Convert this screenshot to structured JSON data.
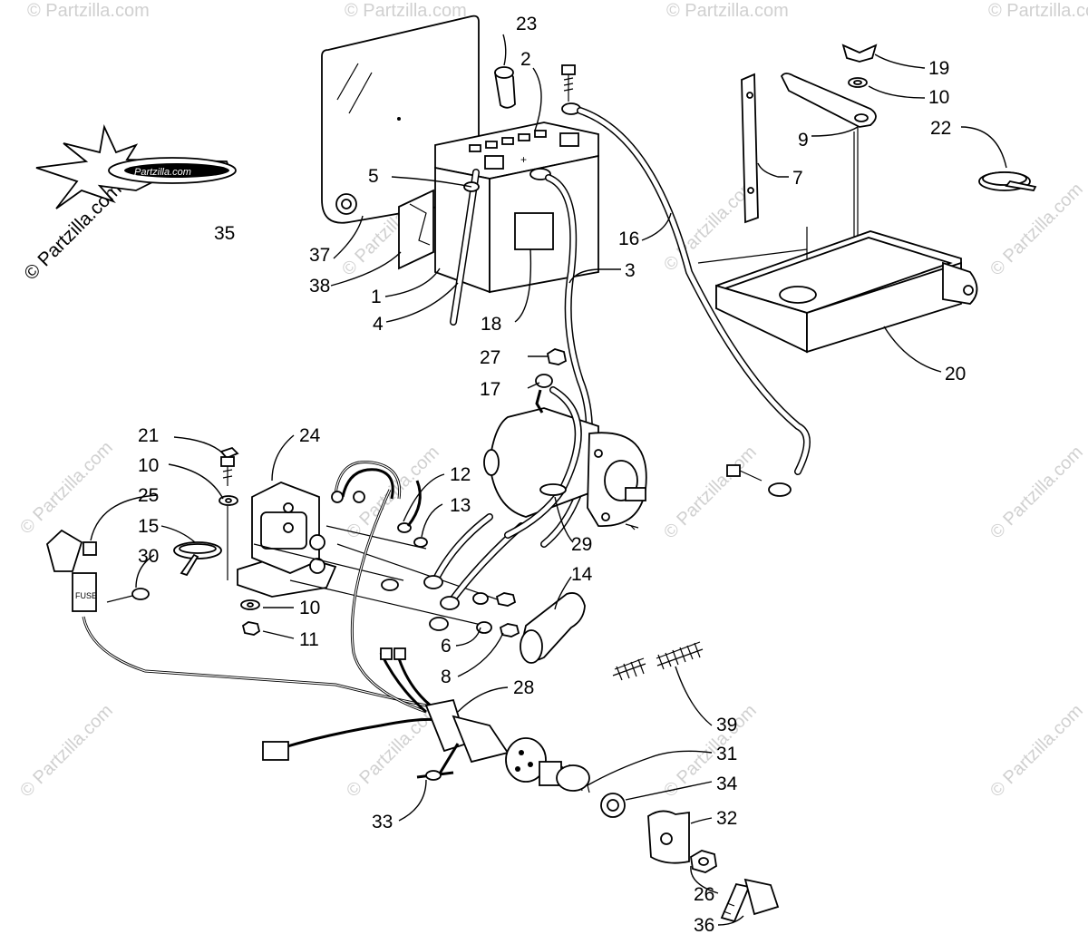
{
  "watermark": {
    "text": "© Partzilla.com",
    "logo_text": "Partzilla.com"
  },
  "labels": {
    "l1": "1",
    "l2": "2",
    "l3": "3",
    "l4": "4",
    "l5": "5",
    "l6": "6",
    "l7": "7",
    "l8": "8",
    "l9": "9",
    "l10a": "10",
    "l10b": "10",
    "l10c": "10",
    "l11": "11",
    "l12": "12",
    "l13": "13",
    "l14": "14",
    "l15": "15",
    "l16": "16",
    "l17": "17",
    "l18": "18",
    "l19": "19",
    "l20": "20",
    "l21": "21",
    "l22": "22",
    "l23": "23",
    "l24": "24",
    "l25": "25",
    "l26": "26",
    "l27": "27",
    "l28": "28",
    "l29": "29",
    "l30": "30",
    "l31": "31",
    "l32": "32",
    "l33": "33",
    "l34": "34",
    "l35": "35",
    "l36": "36",
    "l37": "37",
    "l38": "38",
    "l39": "39"
  },
  "fuse_text": "FUSE"
}
